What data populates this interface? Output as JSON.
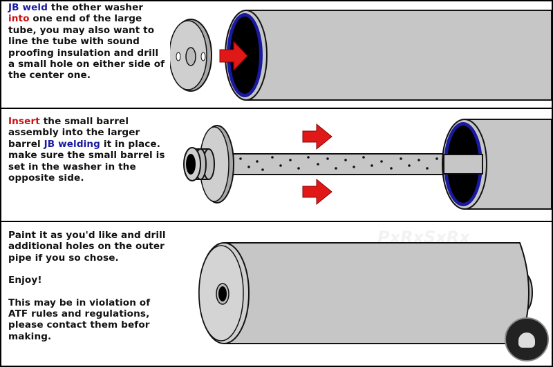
{
  "panels": [
    {
      "segments": [
        {
          "text": "JB weld",
          "color": "blue"
        },
        {
          "text": " the other washer ",
          "color": "black"
        },
        {
          "text": "into",
          "color": "red"
        },
        {
          "text": " one end of the large tube, you may also want to line the tube with sound proofing insulation and drill a small hole on either side of the center one.",
          "color": "black"
        }
      ]
    },
    {
      "segments": [
        {
          "text": "Insert",
          "color": "red"
        },
        {
          "text": " the small barrel assembly into the larger barrel ",
          "color": "black"
        },
        {
          "text": "JB welding",
          "color": "blue"
        },
        {
          "text": " it in place. make sure the small barrel is set in the washer in the opposite side.",
          "color": "black"
        }
      ]
    },
    {
      "paragraphs": [
        "Paint it as you'd like and drill additional holes on the outer pipe if you so chose.",
        "Enjoy!",
        "This may be in violation of ATF rules and regulations, please contact them befor making."
      ]
    }
  ],
  "watermark": "PxRxSxRx",
  "colors": {
    "red": "#cc1111",
    "blue": "#1a1aa0",
    "pipe": "#c8c8c8",
    "outline": "#111111"
  }
}
